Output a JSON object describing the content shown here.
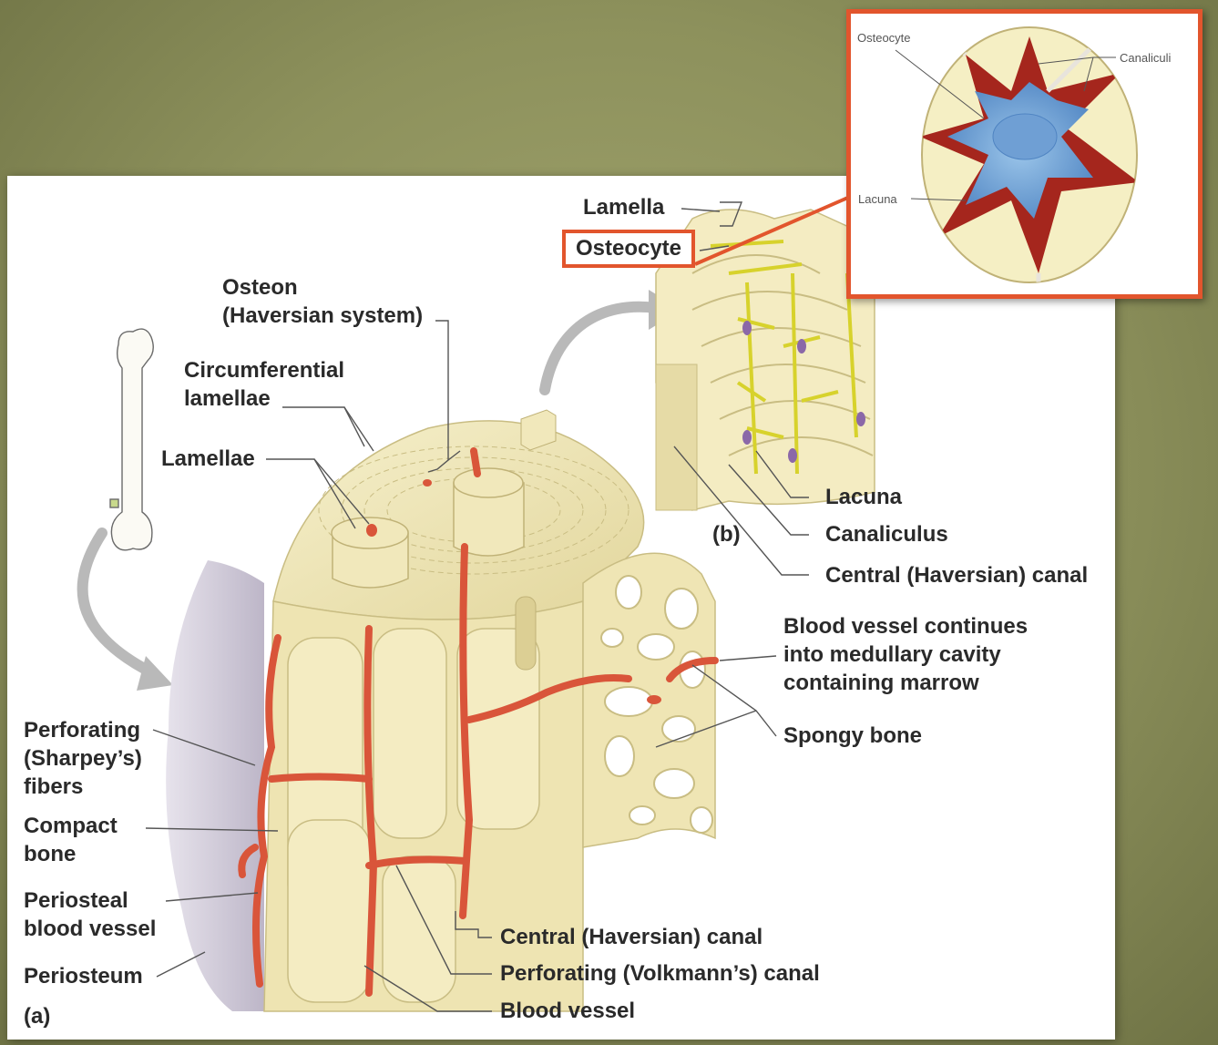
{
  "labels": {
    "lamella": "Lamella",
    "osteocyte": "Osteocyte",
    "osteon": "Osteon\n(Haversian system)",
    "circumferential": "Circumferential\nlamellae",
    "lamellae": "Lamellae",
    "lacuna": "Lacuna",
    "canaliculus": "Canaliculus",
    "central_canal_b": "Central (Haversian) canal",
    "part_b": "(b)",
    "blood_vessel_continues": "Blood vessel continues\ninto medullary cavity\ncontaining marrow",
    "spongy_bone": "Spongy bone",
    "perforating_fibers": "Perforating\n(Sharpey’s)\nfibers",
    "compact_bone": "Compact\nbone",
    "periosteal_vessel": "Periosteal\nblood vessel",
    "periosteum": "Periosteum",
    "part_a": "(a)",
    "central_canal_a": "Central (Haversian) canal",
    "volkmann": "Perforating (Volkmann’s) canal",
    "blood_vessel": "Blood vessel"
  },
  "inset": {
    "osteocyte": "Osteocyte",
    "canaliculi": "Canaliculi",
    "lacuna": "Lacuna"
  },
  "colors": {
    "highlight": "#e2552d",
    "bone": "#efe7b8",
    "vessel": "#d9553a"
  }
}
